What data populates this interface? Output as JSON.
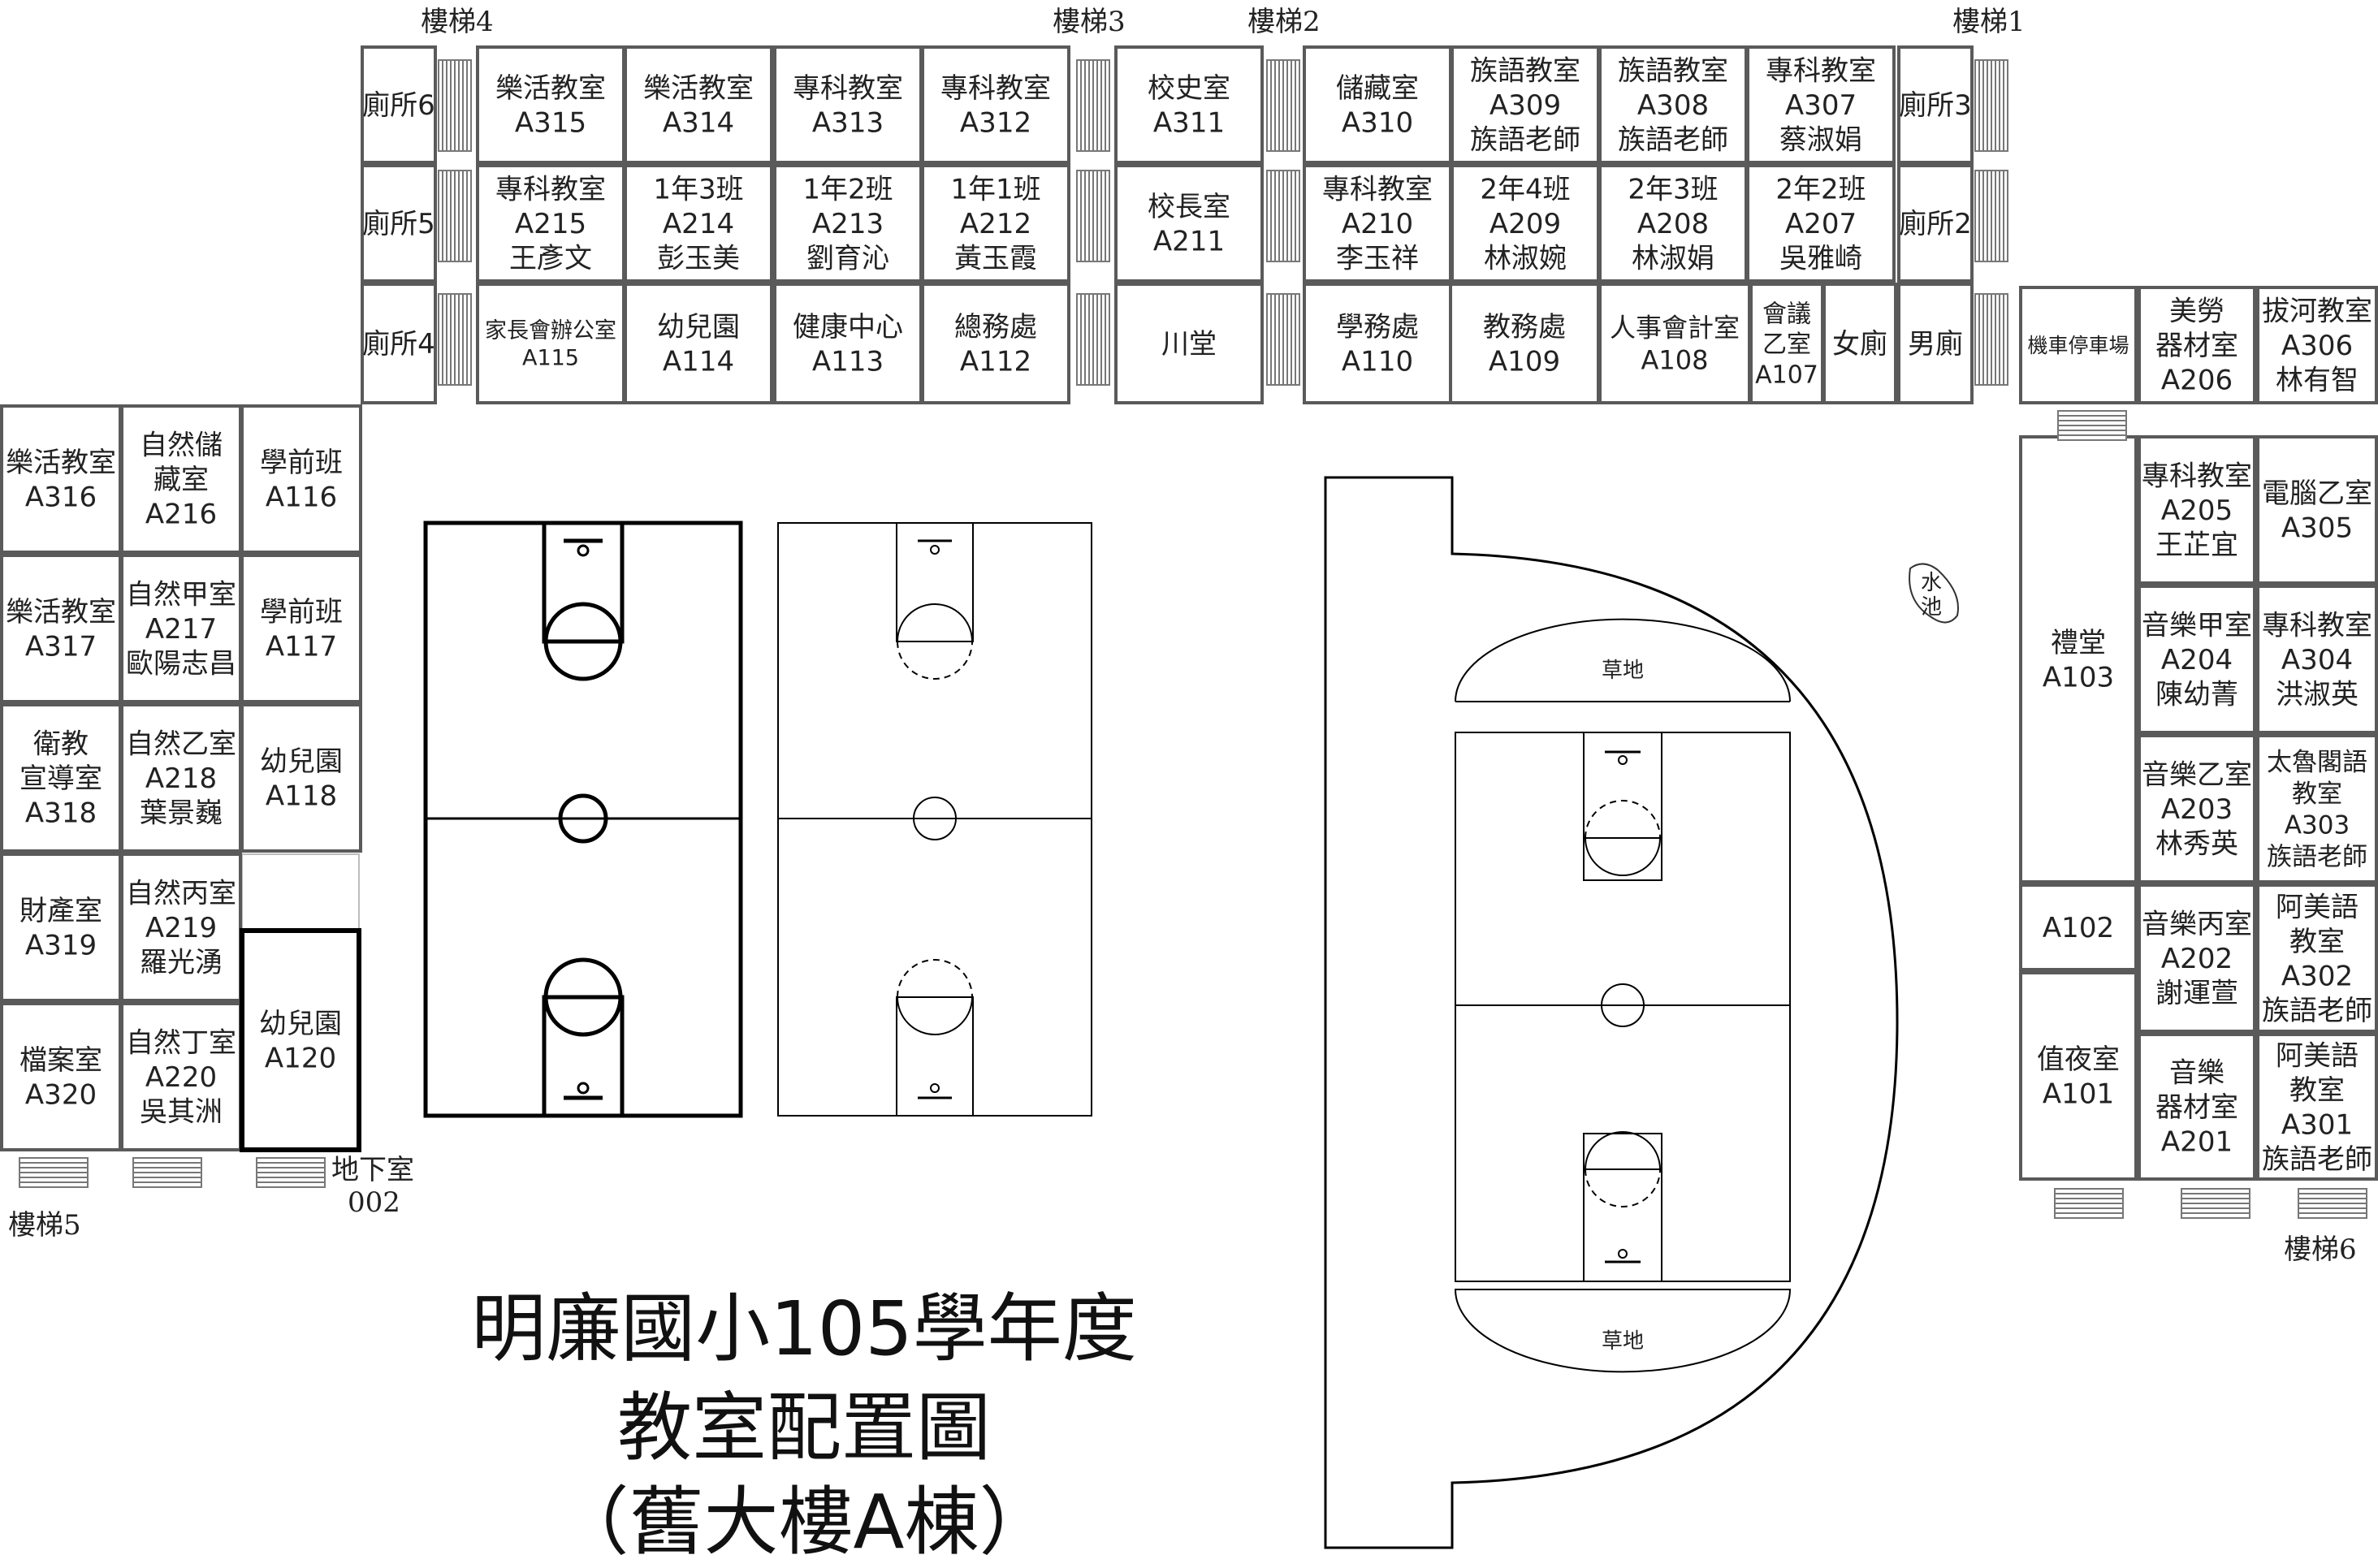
{
  "title": {
    "line1": "明廉國小105學年度",
    "line2": "教室配置圖",
    "line3": "（舊大樓A棟）"
  },
  "stairs_labels": {
    "s1": "樓梯1",
    "s2": "樓梯2",
    "s3": "樓梯3",
    "s4": "樓梯4",
    "s5": "樓梯5",
    "s6": "樓梯6"
  },
  "basement": {
    "name": "地下室",
    "code": "002"
  },
  "outdoor": {
    "pond": [
      "水",
      "池"
    ],
    "grass_top": "草地",
    "grass_bottom": "草地"
  },
  "rooms": [
    {
      "id": "toilet6",
      "lines": [
        "廁所6"
      ]
    },
    {
      "id": "A315",
      "lines": [
        "樂活教室",
        "A315"
      ]
    },
    {
      "id": "A314",
      "lines": [
        "樂活教室",
        "A314"
      ]
    },
    {
      "id": "A313",
      "lines": [
        "專科教室",
        "A313"
      ]
    },
    {
      "id": "A312",
      "lines": [
        "專科教室",
        "A312"
      ]
    },
    {
      "id": "A311",
      "lines": [
        "校史室",
        "A311"
      ]
    },
    {
      "id": "A310",
      "lines": [
        "儲藏室",
        "A310"
      ]
    },
    {
      "id": "A309",
      "lines": [
        "族語教室",
        "A309",
        "族語老師"
      ]
    },
    {
      "id": "A308",
      "lines": [
        "族語教室",
        "A308",
        "族語老師"
      ]
    },
    {
      "id": "A307",
      "lines": [
        "專科教室",
        "A307",
        "蔡淑娟"
      ]
    },
    {
      "id": "toilet3",
      "lines": [
        "廁所3"
      ]
    },
    {
      "id": "toilet5",
      "lines": [
        "廁所5"
      ]
    },
    {
      "id": "A215",
      "lines": [
        "專科教室",
        "A215",
        "王彥文"
      ]
    },
    {
      "id": "A214",
      "lines": [
        "1年3班",
        "A214",
        "彭玉美"
      ]
    },
    {
      "id": "A213",
      "lines": [
        "1年2班",
        "A213",
        "劉育沁"
      ]
    },
    {
      "id": "A212",
      "lines": [
        "1年1班",
        "A212",
        "黃玉霞"
      ]
    },
    {
      "id": "A211",
      "lines": [
        "校長室",
        "A211"
      ]
    },
    {
      "id": "A210",
      "lines": [
        "專科教室",
        "A210",
        "李玉祥"
      ]
    },
    {
      "id": "A209",
      "lines": [
        "2年4班",
        "A209",
        "林淑婉"
      ]
    },
    {
      "id": "A208",
      "lines": [
        "2年3班",
        "A208",
        "林淑娟"
      ]
    },
    {
      "id": "A207",
      "lines": [
        "2年2班",
        "A207",
        "吳雅崎"
      ]
    },
    {
      "id": "toilet2",
      "lines": [
        "廁所2"
      ]
    },
    {
      "id": "toilet4",
      "lines": [
        "廁所4"
      ]
    },
    {
      "id": "A115",
      "lines": [
        "家長會辦公室",
        "A115"
      ]
    },
    {
      "id": "A114",
      "lines": [
        "幼兒園",
        "A114"
      ]
    },
    {
      "id": "A113",
      "lines": [
        "健康中心",
        "A113"
      ]
    },
    {
      "id": "A112",
      "lines": [
        "總務處",
        "A112"
      ]
    },
    {
      "id": "hall",
      "lines": [
        "川堂"
      ]
    },
    {
      "id": "A110",
      "lines": [
        "學務處",
        "A110"
      ]
    },
    {
      "id": "A109",
      "lines": [
        "教務處",
        "A109"
      ]
    },
    {
      "id": "A108",
      "lines": [
        "人事會計室",
        "A108"
      ]
    },
    {
      "id": "A107",
      "lines": [
        "會議",
        "乙室",
        "A107"
      ]
    },
    {
      "id": "wc_f",
      "lines": [
        "女廁"
      ]
    },
    {
      "id": "wc_m",
      "lines": [
        "男廁"
      ]
    },
    {
      "id": "parking",
      "lines": [
        "機車停車場"
      ]
    },
    {
      "id": "A206",
      "lines": [
        "美勞",
        "器材室",
        "A206"
      ]
    },
    {
      "id": "A306",
      "lines": [
        "拔河教室",
        "A306",
        "林有智"
      ]
    },
    {
      "id": "A316",
      "lines": [
        "樂活教室",
        "A316"
      ]
    },
    {
      "id": "A216",
      "lines": [
        "自然儲",
        "藏室",
        "A216"
      ]
    },
    {
      "id": "A116",
      "lines": [
        "學前班",
        "A116"
      ]
    },
    {
      "id": "A317",
      "lines": [
        "樂活教室",
        "A317"
      ]
    },
    {
      "id": "A217",
      "lines": [
        "自然甲室",
        "A217",
        "歐陽志昌"
      ]
    },
    {
      "id": "A117",
      "lines": [
        "學前班",
        "A117"
      ]
    },
    {
      "id": "A318",
      "lines": [
        "衛教",
        "宣導室",
        "A318"
      ]
    },
    {
      "id": "A218",
      "lines": [
        "自然乙室",
        "A218",
        "葉景巍"
      ]
    },
    {
      "id": "A118",
      "lines": [
        "幼兒園",
        "A118"
      ]
    },
    {
      "id": "A319",
      "lines": [
        "財產室",
        "A319"
      ]
    },
    {
      "id": "A219",
      "lines": [
        "自然丙室",
        "A219",
        "羅光湧"
      ]
    },
    {
      "id": "A320",
      "lines": [
        "檔案室",
        "A320"
      ]
    },
    {
      "id": "A220",
      "lines": [
        "自然丁室",
        "A220",
        "吳其洲"
      ]
    },
    {
      "id": "A120",
      "lines": [
        "幼兒園",
        "A120"
      ]
    },
    {
      "id": "A103",
      "lines": [
        "禮堂",
        "A103"
      ]
    },
    {
      "id": "A205",
      "lines": [
        "專科教室",
        "A205",
        "王芷宜"
      ]
    },
    {
      "id": "A305",
      "lines": [
        "電腦乙室",
        "A305"
      ]
    },
    {
      "id": "A204",
      "lines": [
        "音樂甲室",
        "A204",
        "陳幼菁"
      ]
    },
    {
      "id": "A304",
      "lines": [
        "專科教室",
        "A304",
        "洪淑英"
      ]
    },
    {
      "id": "A203",
      "lines": [
        "音樂乙室",
        "A203",
        "林秀英"
      ]
    },
    {
      "id": "A303",
      "lines": [
        "太魯閣語",
        "教室",
        "A303",
        "族語老師"
      ]
    },
    {
      "id": "A102",
      "lines": [
        "A102"
      ]
    },
    {
      "id": "A202",
      "lines": [
        "音樂丙室",
        "A202",
        "謝運萱"
      ]
    },
    {
      "id": "A302",
      "lines": [
        "阿美語",
        "教室",
        "A302",
        "族語老師"
      ]
    },
    {
      "id": "A101",
      "lines": [
        "值夜室",
        "A101"
      ]
    },
    {
      "id": "A201",
      "lines": [
        "音樂",
        "器材室",
        "A201"
      ]
    },
    {
      "id": "A301",
      "lines": [
        "阿美語",
        "教室",
        "A301",
        "族語老師"
      ]
    }
  ]
}
